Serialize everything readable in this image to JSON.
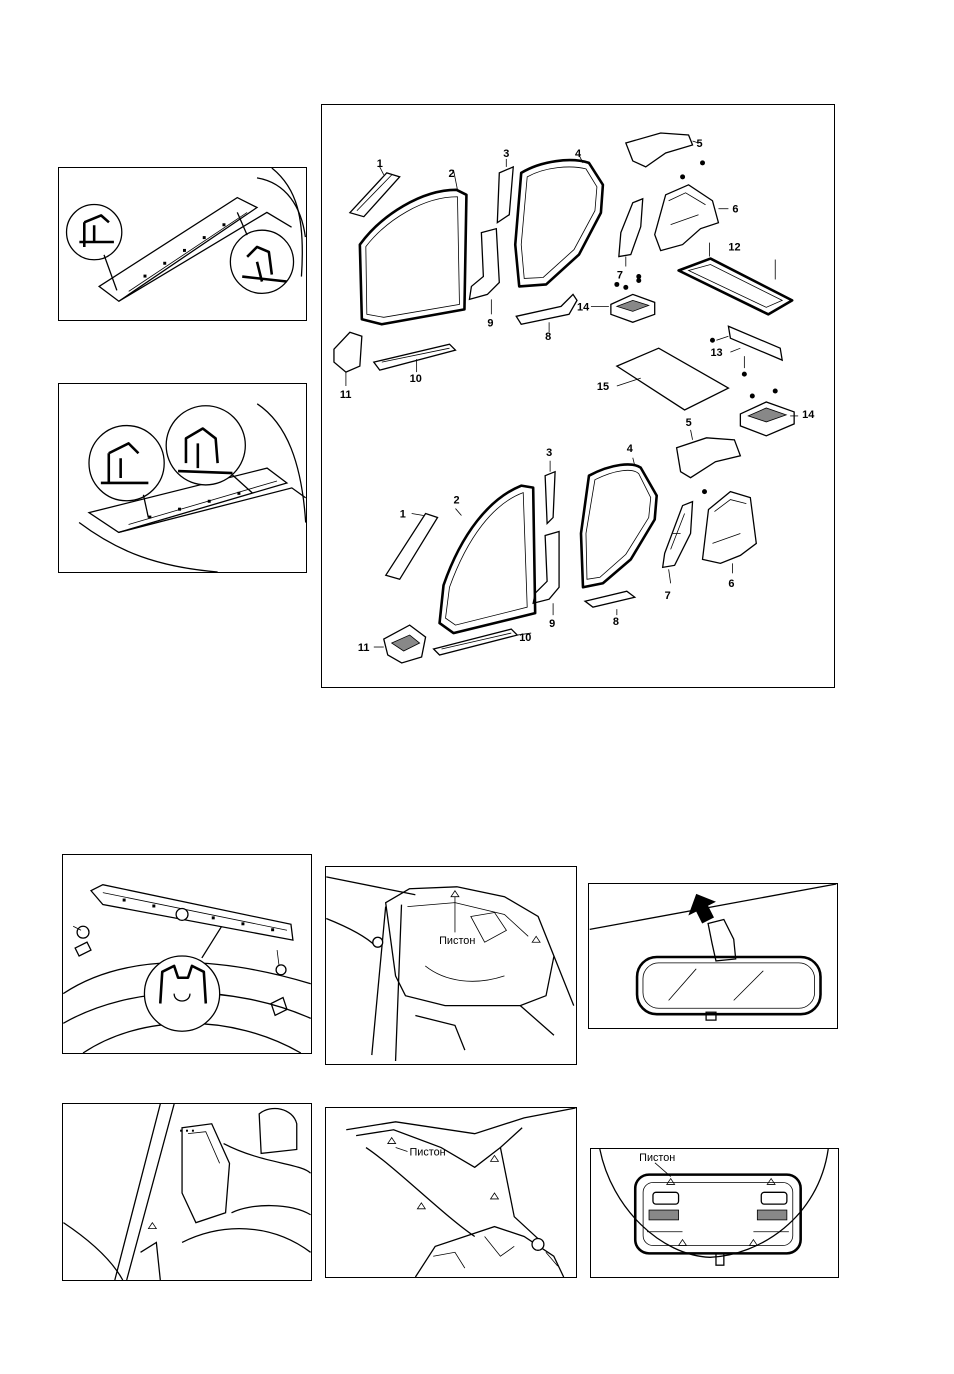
{
  "main_diagram": {
    "top_callouts": [
      "1",
      "2",
      "3",
      "4",
      "5",
      "6",
      "7",
      "8",
      "9",
      "10",
      "11",
      "12",
      "13",
      "14",
      "15",
      "14"
    ],
    "bottom_callouts": [
      "1",
      "2",
      "3",
      "4",
      "5",
      "6",
      "7",
      "8",
      "9",
      "10",
      "11"
    ]
  },
  "detail_labels": {
    "piston_quarter_trim": "Пистон",
    "piston_c_pillar": "Пистон",
    "piston_dome_light": "Пистон"
  }
}
